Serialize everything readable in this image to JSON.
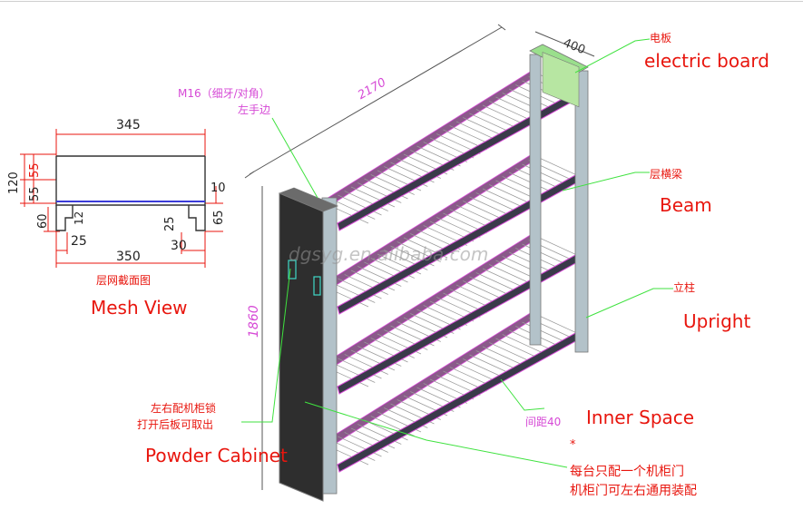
{
  "colors": {
    "annotation_red": "#e8160e",
    "leader_green": "#3fe23f",
    "dimension_magenta": "#d64ad6",
    "upright_grey": "#b3c2c9",
    "cabinet_dark": "#2e2e2e",
    "mesh_grey": "#9a9a9a"
  },
  "electric_board": {
    "cn": "电板",
    "en": "electric board"
  },
  "m16_note": {
    "line1": "M16（细牙/对角）",
    "line2": "左手边"
  },
  "beam": {
    "cn": "层横梁",
    "en": "Beam"
  },
  "upright": {
    "cn": "立柱",
    "en": "Upright"
  },
  "inner_space": {
    "cn": "间距40",
    "en": "Inner Space"
  },
  "cabinet_note": {
    "line1": "左右配机柜锁",
    "line2": "打开后板可取出"
  },
  "powder_cabinet": {
    "en": "Powder Cabinet"
  },
  "door_note": {
    "star": "*",
    "line1": "每台只配一个机柜门",
    "line2": "机柜门可左右通用装配"
  },
  "mesh_view": {
    "cn": "层网截面图",
    "en": "Mesh View",
    "dims": {
      "top_width": "345",
      "bottom_width": "350",
      "height_120": "120",
      "left_55a": "55",
      "left_55b": "55",
      "left_60": "60",
      "inner_12": "12",
      "right_10": "10",
      "right_65": "65",
      "slot_25": "25",
      "bottom_25": "25",
      "bottom_30": "30"
    }
  },
  "dimensions": {
    "length": "2170",
    "depth": "400",
    "height": "1860"
  },
  "watermark": "dgsyg.en.alibaba.com"
}
